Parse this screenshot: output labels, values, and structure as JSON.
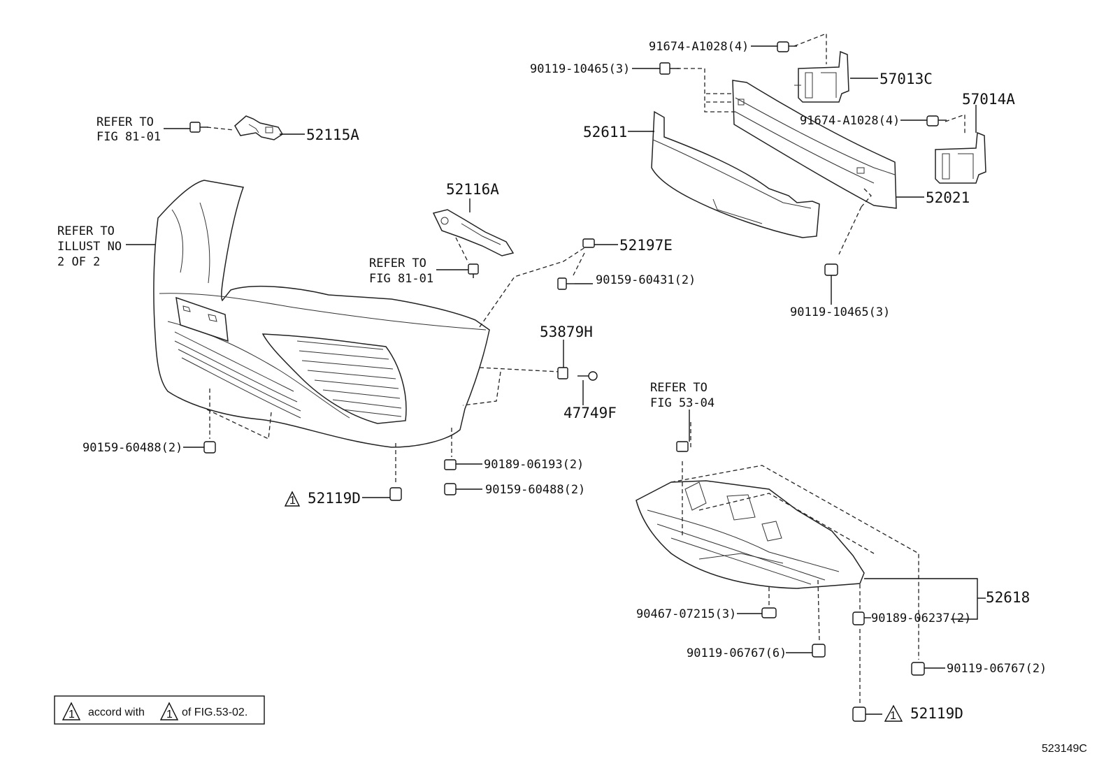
{
  "labels": {
    "p91674_top": "91674-A1028(4)",
    "p57013C": "57013C",
    "p90119_10465_top": "90119-10465(3)",
    "p57014A": "57014A",
    "p91674_mid": "91674-A1028(4)",
    "p52611": "52611",
    "p52021": "52021",
    "p90119_10465_bot": "90119-10465(3)",
    "refer_81_a_1": "REFER TO",
    "refer_81_a_2": "FIG 81-01",
    "p52115A": "52115A",
    "p52116A": "52116A",
    "refer_illust_1": "REFER TO",
    "refer_illust_2": "ILLUST NO",
    "refer_illust_3": "2 OF 2",
    "refer_81_b_1": "REFER TO",
    "refer_81_b_2": "FIG 81-01",
    "p52197E": "52197E",
    "p90159_60431": "90159-60431(2)",
    "p53879H": "53879H",
    "p47749F": "47749F",
    "refer_53_1": "REFER TO",
    "refer_53_2": "FIG 53-04",
    "p90159_60488_left": "90159-60488(2)",
    "p90189_06193": "90189-06193(2)",
    "p90159_60488_right": "90159-60488(2)",
    "p52119D_left": "52119D",
    "p52618": "52618",
    "p90467_07215": "90467-07215(3)",
    "p90189_06237": "90189-06237(2)",
    "p90119_06767_6": "90119-06767(6)",
    "p90119_06767_2": "90119-06767(2)",
    "p52119D_right": "52119D"
  },
  "note": {
    "mark": "1",
    "text_a": "accord with",
    "mark2": "1",
    "text_b": "of FIG.53-02."
  },
  "warning_marks": {
    "left": "1",
    "right": "1"
  },
  "figure_number": "523149C"
}
